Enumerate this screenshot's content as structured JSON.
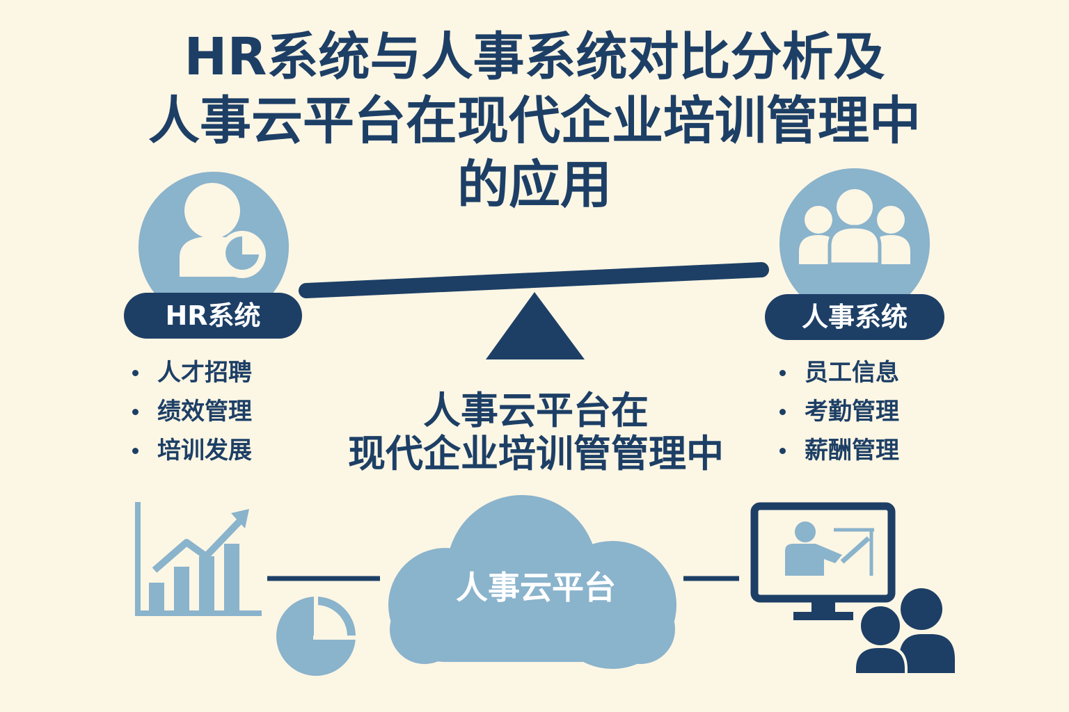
{
  "title": {
    "line1": "HR系统与人事系统对比分析及",
    "line2": "人事云平台在现代企业培训管理中",
    "line3": "的应用"
  },
  "hr_system": {
    "label": "HR系统",
    "icon": "person-pie-chart-icon",
    "items": [
      "人才招聘",
      "绩效管理",
      "培训发展"
    ]
  },
  "personnel_system": {
    "label": "人事系统",
    "icon": "group-people-icon",
    "items": [
      "员工信息",
      "考勤管理",
      "薪酬管理"
    ]
  },
  "center": {
    "line1": "人事云平台在",
    "line2": "现代企业培训管管理中"
  },
  "cloud": {
    "label": "人事云平台",
    "icon": "cloud-icon"
  },
  "icons": {
    "left_chart": "bar-chart-trend-icon",
    "left_pie": "pie-chart-icon",
    "right_monitor": "presentation-monitor-icon",
    "right_users": "users-icon"
  },
  "colors": {
    "navy": "#1d3f66",
    "light_blue": "#8ab3cc",
    "background": "#fcf6e4"
  }
}
